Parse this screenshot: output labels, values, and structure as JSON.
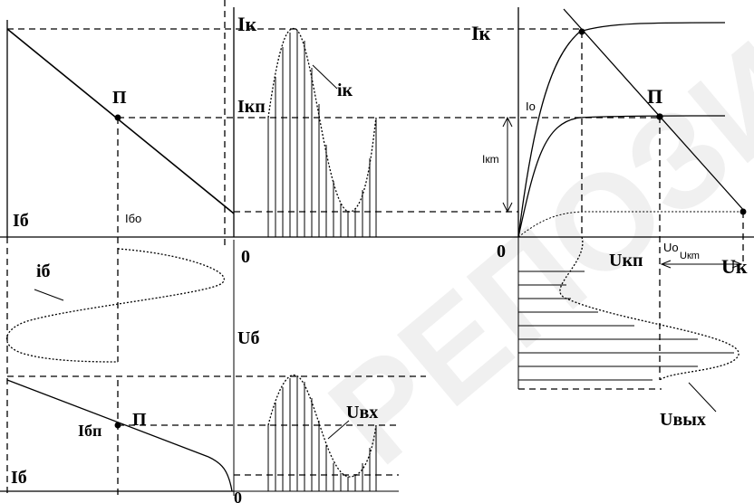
{
  "labels": {
    "ik_axis_top": "Iк",
    "ik_curve": "iк",
    "ikp": "Iкп",
    "p_top": "П",
    "ib_axis_top": "Iб",
    "ib0": "Iбо",
    "zero_mid": "0",
    "zero_right": "0",
    "ik_right_axis": "Iк",
    "io": "Io",
    "ikm": "Iкm",
    "p_right": "П",
    "uo": "Uo",
    "ukm": "Uкm",
    "uk_axis": "Uк",
    "ukp": "Uкп",
    "ib_curve": "iб",
    "ub_axis": "Uб",
    "uvx": "Uвх",
    "ibp": "Iбп",
    "p_bottom": "П",
    "ib_axis_bottom": "Iб",
    "zero_bottom": "0",
    "uvyx": "Uвых"
  },
  "watermark": {
    "text": "РЕПОЗИТ",
    "color": "#f2f2f2"
  },
  "colors": {
    "ink": "#000000",
    "background": "#ffffff"
  }
}
